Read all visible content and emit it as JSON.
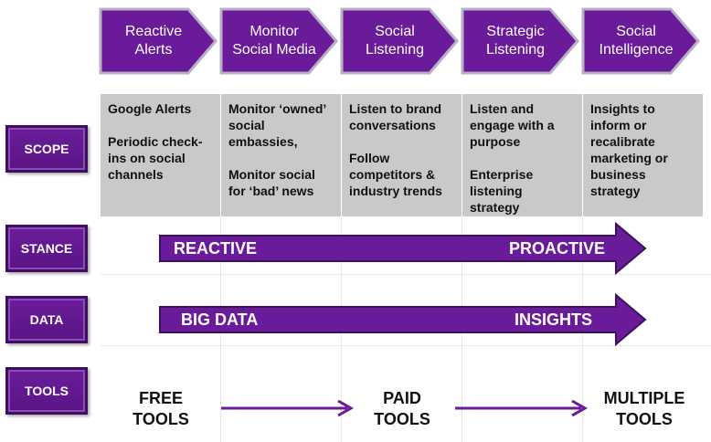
{
  "header": {
    "stages": [
      {
        "label": "Reactive\nAlerts"
      },
      {
        "label": "Monitor\nSocial Media"
      },
      {
        "label": "Social\nListening"
      },
      {
        "label": "Strategic\nListening"
      },
      {
        "label": "Social\nIntelligence"
      }
    ]
  },
  "rows": {
    "scope": "SCOPE",
    "stance": "STANCE",
    "data": "DATA",
    "tools": "TOOLS"
  },
  "scope_cells": [
    "Google Alerts\n\nPeriodic check-\nins on social\nchannels",
    "Monitor ‘owned’\nsocial\nembassies,\n\nMonitor social\nfor ‘bad’ news",
    "Listen to brand\nconversations\n\nFollow\ncompetitors &\nindustry trends",
    "Listen and\nengage with a\npurpose\n\nEnterprise\nlistening\nstrategy",
    "Insights to\ninform or\nrecalibrate\nmarketing or\nbusiness\nstrategy"
  ],
  "stance": {
    "start": "REACTIVE",
    "end": "PROACTIVE"
  },
  "data_row": {
    "start": "BIG DATA",
    "end": "INSIGHTS"
  },
  "tools": {
    "free": "FREE\nTOOLS",
    "paid": "PAID\nTOOLS",
    "multiple": "MULTIPLE\nTOOLS"
  },
  "colors": {
    "purple": "#6a1b9a",
    "chevron_border": "#b9b0c6",
    "scope_bg": "#c9c9c9",
    "row_label_border": "#3e0e60"
  }
}
